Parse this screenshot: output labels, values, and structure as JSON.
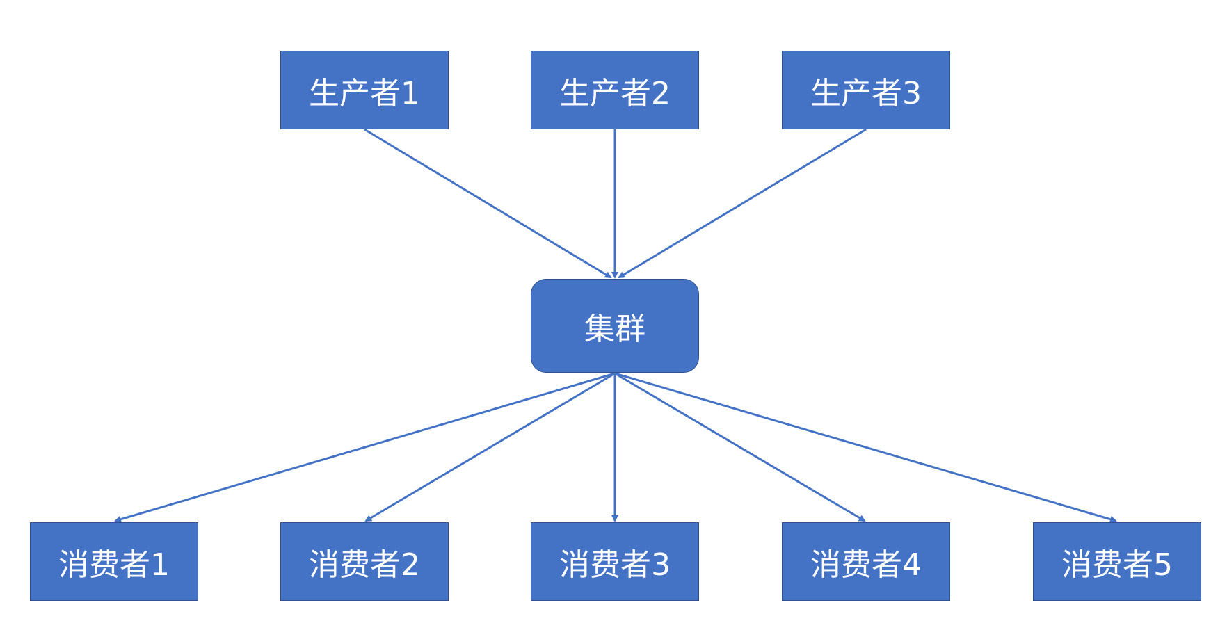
{
  "producers": [
    {
      "label": "生产者1"
    },
    {
      "label": "生产者2"
    },
    {
      "label": "生产者3"
    }
  ],
  "cluster": {
    "label": "集群"
  },
  "consumers": [
    {
      "label": "消费者1"
    },
    {
      "label": "消费者2"
    },
    {
      "label": "消费者3"
    },
    {
      "label": "消费者4"
    },
    {
      "label": "消费者5"
    }
  ],
  "colors": {
    "node_fill": "#4472c4",
    "node_border": "#2f528f",
    "arrow": "#4472c4",
    "text": "#ffffff"
  }
}
